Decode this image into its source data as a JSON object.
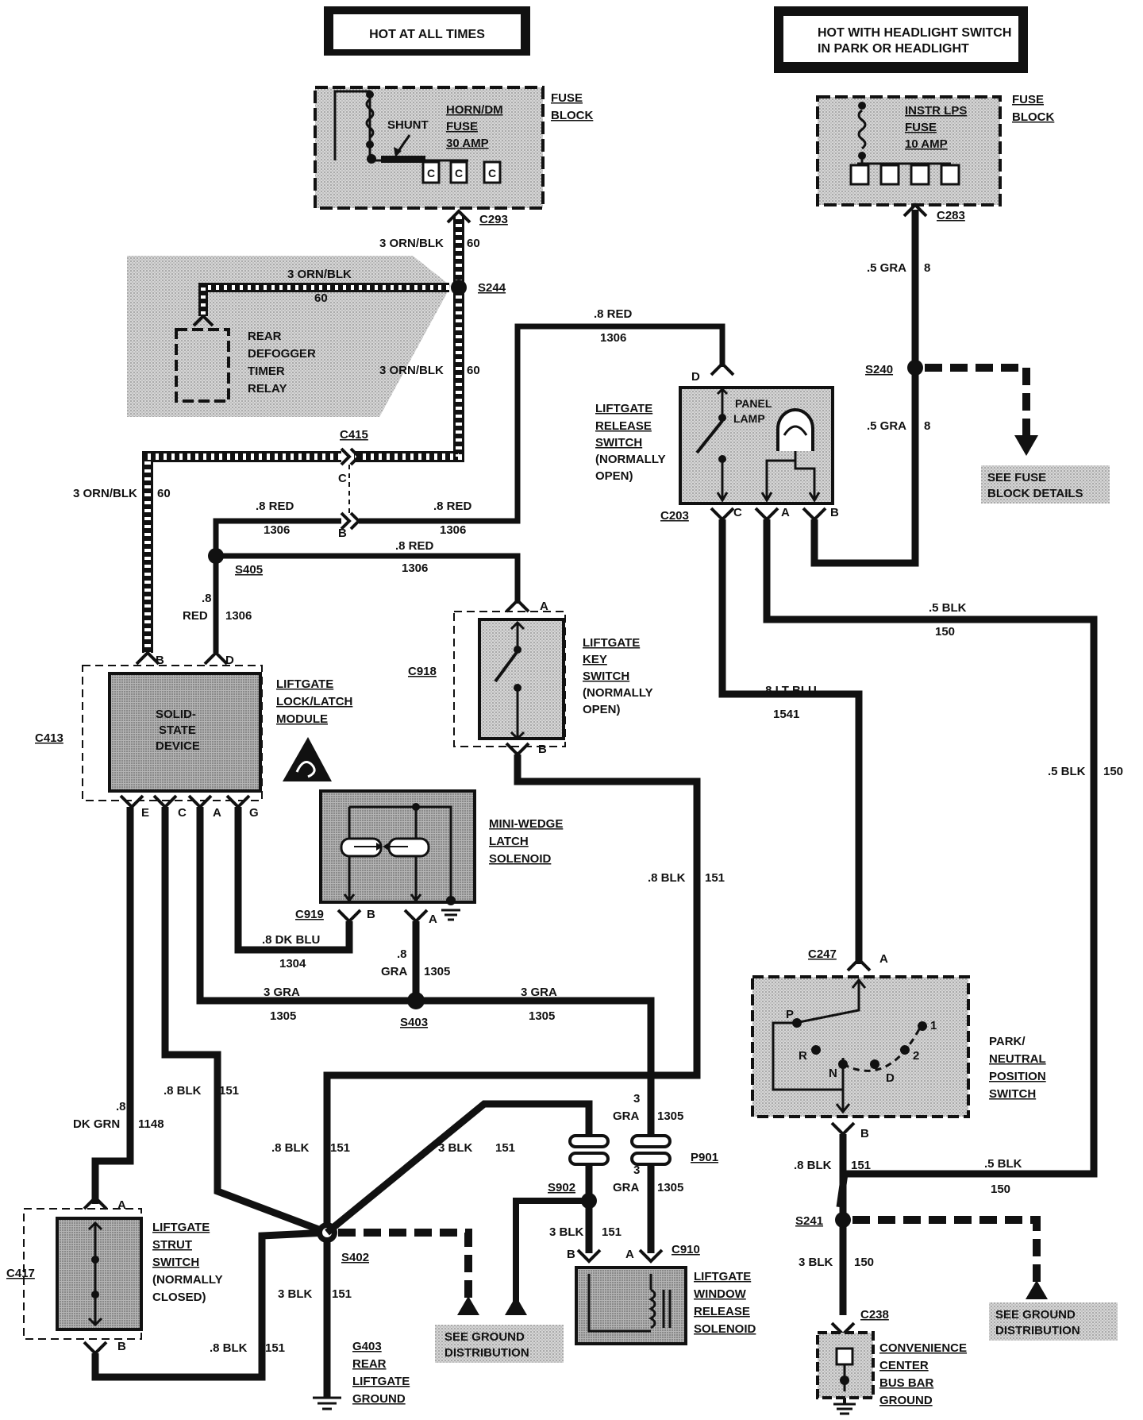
{
  "headers": {
    "hot_at_all_times": "HOT AT ALL TIMES",
    "hot_headlight_line1": "HOT WITH HEADLIGHT SWITCH",
    "hot_headlight_line2": "IN PARK OR HEADLIGHT"
  },
  "fuse_block_left": {
    "shunt": "SHUNT",
    "fuse_line1": "HORN/DM",
    "fuse_line2": "FUSE",
    "fuse_line3": "30 AMP",
    "title_line1": "FUSE",
    "title_line2": "BLOCK",
    "pin": "C"
  },
  "fuse_block_right": {
    "fuse_line1": "INSTR LPS",
    "fuse_line2": "FUSE",
    "fuse_line3": "10 AMP",
    "title_line1": "FUSE",
    "title_line2": "BLOCK"
  },
  "connectors": {
    "c293": "C293",
    "c283": "C283",
    "s244": "S244",
    "s240": "S240",
    "c415": "C415",
    "c203": "C203",
    "s405": "S405",
    "c918": "C918",
    "c413": "C413",
    "c919": "C919",
    "s403": "S403",
    "c247": "C247",
    "p901": "P901",
    "s902": "S902",
    "c910": "C910",
    "s402": "S402",
    "c417": "C417",
    "s241": "S241",
    "c238": "C238"
  },
  "pins": {
    "a": "A",
    "b": "B",
    "c": "C",
    "d": "D",
    "e": "E",
    "g": "G"
  },
  "components": {
    "rear_defogger": [
      "REAR",
      "DEFOGGER",
      "TIMER",
      "RELAY"
    ],
    "liftgate_release_switch": [
      "LIFTGATE",
      "RELEASE",
      "SWITCH",
      "(NORMALLY",
      "OPEN)"
    ],
    "panel_lamp": [
      "PANEL",
      "LAMP"
    ],
    "see_fuse_block": [
      "SEE FUSE",
      "BLOCK DETAILS"
    ],
    "liftgate_key_switch": [
      "LIFTGATE",
      "KEY",
      "SWITCH",
      "(NORMALLY",
      "OPEN)"
    ],
    "lock_latch_module": [
      "LIFTGATE",
      "LOCK/LATCH",
      "MODULE"
    ],
    "solid_state_device": [
      "SOLID-",
      "STATE",
      "DEVICE"
    ],
    "mini_wedge": [
      "MINI-WEDGE",
      "LATCH",
      "SOLENOID"
    ],
    "park_neutral": [
      "PARK/",
      "NEUTRAL",
      "POSITION",
      "SWITCH"
    ],
    "prnd": {
      "p": "P",
      "r": "R",
      "n": "N",
      "d": "D",
      "two": "2",
      "one": "1"
    },
    "strut_switch": [
      "LIFTGATE",
      "STRUT",
      "SWITCH",
      "(NORMALLY",
      "CLOSED)"
    ],
    "window_solenoid": [
      "LIFTGATE",
      "WINDOW",
      "RELEASE",
      "SOLENOID"
    ],
    "see_ground_left": [
      "SEE GROUND",
      "DISTRIBUTION"
    ],
    "see_ground_right": [
      "SEE GROUND",
      "DISTRIBUTION"
    ],
    "g403": [
      "G403",
      "REAR",
      "LIFTGATE",
      "GROUND"
    ],
    "convenience": [
      "CONVENIENCE",
      "CENTER",
      "BUS BAR",
      "GROUND"
    ]
  },
  "wires": {
    "orn_blk": "3 ORN/BLK",
    "orn_blk_slash": "3 ORN/BLK",
    "n60": "60",
    "red_08": ".8 RED",
    "red_split_8": ".8",
    "red_split_red": "RED",
    "n1306": "1306",
    "gra_05": ".5 GRA",
    "n8": "8",
    "blk_05": ".5 BLK",
    "n150": "150",
    "lt_blu": ".8 LT BLU",
    "n1541": "1541",
    "blk_08": ".8 BLK",
    "n151": "151",
    "dk_blu": ".8 DK BLU",
    "n1304": "1304",
    "gra_8": ".8",
    "gra_word": "GRA",
    "n1305": "1305",
    "gra_3": "3 GRA",
    "n3": "3",
    "dk_grn_8": ".8",
    "dk_grn": "DK GRN",
    "n1148": "1148",
    "blk_3": "3 BLK"
  }
}
